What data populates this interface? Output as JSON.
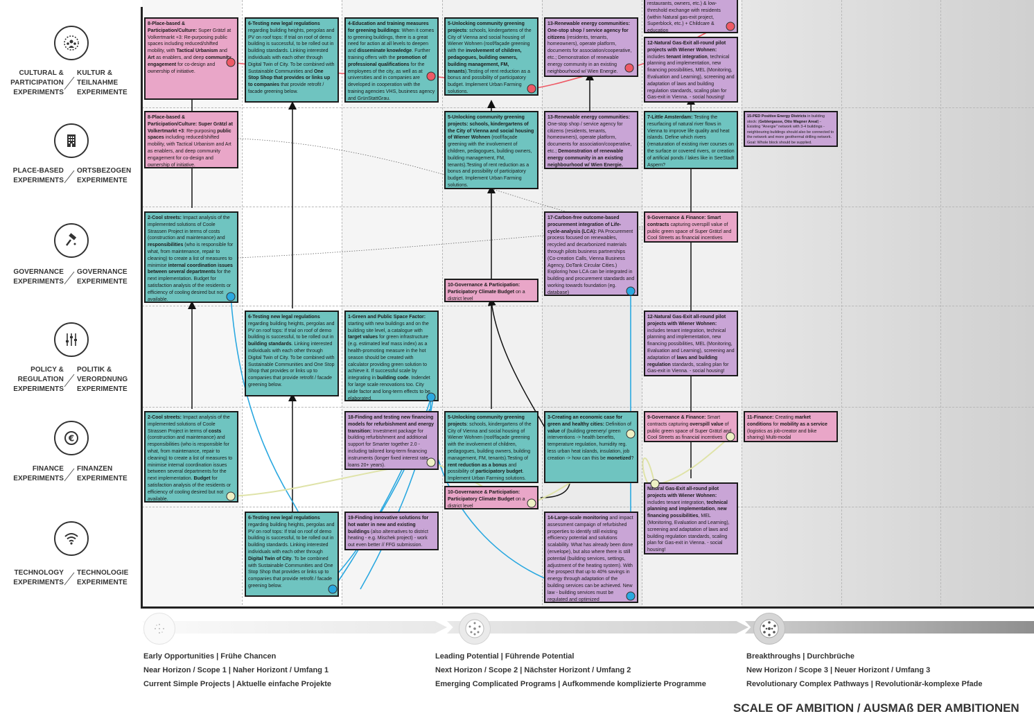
{
  "rows": [
    {
      "key": "cultural",
      "en": "CULTURAL & PARTICIPATION EXPERIMENTS",
      "de": "KULTUR & TEILNAHME EXPERIMENTE",
      "icon": "people-icon"
    },
    {
      "key": "place",
      "en": "PLACE-BASED EXPERIMENTS",
      "de": "ORTSBEZOGEN EXPERIMENTE",
      "icon": "building-icon"
    },
    {
      "key": "governance",
      "en": "GOVERNANCE EXPERIMENTS",
      "de": "GOVERNANCE EXPERIMENTE",
      "icon": "gavel-icon"
    },
    {
      "key": "policy",
      "en": "POLICY & REGULATION EXPERIMENTS",
      "de": "POLITIK & VERORDNUNG EXPERIMENTE",
      "icon": "sliders-icon"
    },
    {
      "key": "finance",
      "en": "FINANCE EXPERIMENTS",
      "de": "FINANZEN EXPERIMENTE",
      "icon": "euro-icon"
    },
    {
      "key": "technology",
      "en": "TECHNOLOGY EXPERIMENTS",
      "de": "TECHNOLOGIE EXPERIMENTE",
      "icon": "wifi-icon"
    }
  ],
  "boxes": [
    {
      "id": "b8a",
      "color": "pink",
      "html": "<b>8-Place-based &amp; Participation/Culture:</b> Super Grätzl at Volkertmarkt +3: Re-purposing public spaces including reduced/shifted mobility, with <b>Tactical Urbanism</b> and <b>Art</b> as enablers, and deep <b>community engagement</b> for co-design and ownership of initiative."
    },
    {
      "id": "b6a",
      "color": "teal",
      "html": "<b>6-Testing new legal regulations</b> regarding building heights, pergolas and PV on roof tops: If trial on roof of demo building is successful, to be rolled out in building standards. Linking interested individuals with each other through Digital Twin of City. To be combined with Sustainable Communities and <b>One Stop Shop that provides or links up to companies</b> that provide retrofit / facade greening below."
    },
    {
      "id": "b4a",
      "color": "teal",
      "html": "<b>4-Education and training measures for greening buildings</b>: When it comes to greening buildings, there is a great need for action at all levels to deepen and <b>disseminate knowledge</b>. Further training offers with the <b>promotion of professional qualifications</b> for the employees of the city, as well as at universities and in companies are developed in cooperation with the training agencies VHS, business agency and GrünStattGrau."
    },
    {
      "id": "b5a",
      "color": "teal",
      "html": "<b>5-Unlocking community greening projects</b>: schools, kindergartens of the City of Vienna and social housing of Wiener Wohnen (roof/façade greening with the <b>involvement of children, pedagogues, building owners, building management, FM, tenants</b>).Testing of rent reduction as a bonus and possibility of participatory budget. Implement Urban Farming solutions."
    },
    {
      "id": "b13a",
      "color": "purple",
      "html": "<b>13-Renewable energy communities: One-stop shop / service agency for citizens</b> (residents, tenants, homeowners), operate platform, documents for association/cooperative, etc.; Demonstration of renewable energy community in an existing neighbourhood w/ Wien Energie."
    },
    {
      "id": "btop",
      "color": "purple",
      "html": "restaurants, owners, etc.) &amp; low-threshold exchange with residents (within Natural gas-exit project, Superblock, etc.) + Childcare &amp; education"
    },
    {
      "id": "b12a",
      "color": "purple",
      "html": "<b>12-Natural Gas-Exit all-round pilot projects with Wiener Wohnen:</b> includes <b>tenant integration</b>, technical planning and implementation, new financing possibilities, MEL (Monitoring, Evaluation and Learning), screening and adaptation of laws and building regulation standards, scaling plan for Gas-exit in Vienna. - social housing!"
    },
    {
      "id": "b8b",
      "color": "pink",
      "html": "<b>8-Place-based &amp; Participation/Culture: Super Grätzl at Volkertmarkt +3</b>: Re-purposing <b>public spaces</b> including reduced/shifted mobility, with Tactical Urbanism and Art as enablers, and deep community engagement for co-design and ownership of initiative."
    },
    {
      "id": "b5b",
      "color": "teal",
      "html": "<b>5-Unlocking community greening projects: schools, kindergartens of the City of Vienna and social housing of Wiener Wohnen</b> (roof/façade greening with the involvement of children, pedagogues, building owners, building management, FM, tenants).Testing of rent reduction as a bonus and possibility of participatory budget. Implement Urban Farming solutions."
    },
    {
      "id": "b13b",
      "color": "purple",
      "html": "<b>13-Renewable energy communities:</b> One-stop shop / service agency for citizens (residents, tenants, homeowners), operate platform, documents for association/cooperative, etc.; <b>Demonstration of renewable energy community in an existing neighbourhood w/ Wien Energie.</b>"
    },
    {
      "id": "b7",
      "color": "teal",
      "html": "<b>7-Little Amsterdam:</b> Testing the resurfacing of natural river flows in Vienna to improve life quality and heat islands. Define which rivers (renaturation of existing river courses on the surface or covered rivers, or creation of artificial ponds / lakes like in SeeStadt Aspern?"
    },
    {
      "id": "b15",
      "color": "purple",
      "html": "<b>15-PED Positive Energy Districts</b> in building stock: (<b>Geblergasse, Otto Wagner Areal</b>) - Existing \"Anergie\" network with 3-4 buildings - neighbouring buildings should also be connected to the network and more geothermal drilling network. Goal: Whole block should be supplied."
    },
    {
      "id": "b2a",
      "color": "teal",
      "html": "<b>2-Cool streets:</b> Impact analysis of the implemented solutions of Coole Strassen Project in terms of costs (construction and maintenance) and <b>responsibilities</b> (who is responsible for what, from maintenance, repair to cleaning) to create a list of measures to minimise <b>internal coordination issues between several departments</b> for the next implementation. Budget for satisfaction analysis of the residents or efficiency of cooling desired but not available."
    },
    {
      "id": "b17",
      "color": "purple",
      "html": "<b>17-Carbon-free outcome-based procurement integration of Life-cycle-analysis (LCA):</b> PA Procurement process focused on renewables, recycled and decarbonized materials through pilots business partnerships (Co-creation Calls, Vienna Business Agency, DoTank Circular Cities.) Exploring how LCA can be integrated in building and procurement standards and working towards foundation (eg. database)"
    },
    {
      "id": "b9a",
      "color": "pink",
      "html": "<b>9-Governance &amp; Finance: Smart contracts</b> capturing overspill value of public green space of Super Grätzl and Cool Streets as financial incentives"
    },
    {
      "id": "b10a",
      "color": "pink",
      "html": "<b>10-Governance &amp; Participation: Participatory Climate Budget</b> on a district level"
    },
    {
      "id": "b6b",
      "color": "teal",
      "html": "<b>6-Testing new legal regulations</b> regarding building heights, pergolas and PV on roof tops: If trial on roof of demo building is successful, to be rolled out in <b>building standards</b>. Linking interested individuals with each other through Digital Twin of City. To be combined with Sustainable Communities and One Stop Shop that provides or links up to companies that provide retrofit / facade greening below."
    },
    {
      "id": "b1",
      "color": "teal",
      "html": "<b>1-Green and Public Space Factor:</b> starting with new buildings and on the building site level, a catalogue with <b>target values</b> for green infrastructure (e.g. estimated leaf mass index) as a health-promoting measure in the hot season should be created with calculator providing green solution to achieve it. If successful scale by integrating in <b>building code</b>. Indendet for large scale renovations too. City wide factor and long-term effects to be elaborated."
    },
    {
      "id": "b12b",
      "color": "purple",
      "html": "<b>12-Natural Gas-Exit all-round pilot projects with Wiener Wohnen:</b> includes tenant integration, technical planning and implementation, new financing possibilities, MEL (Monitoring, Evaluation and Learning), screening and adaptation of <b>laws and building regulation</b> standards, scaling plan for Gas-exit in Vienna. - social housing!"
    },
    {
      "id": "b2b",
      "color": "teal",
      "html": "<b>2-Cool streets:</b> Impact analysis of the implemented solutions of Coole Strassen Project in terms of <b>costs</b> (construction and maintenance) and responsibilities (who is responsible for what, from maintenance, repair to cleaning) to create a list of measures to minimise internal coordination issues between several departments for the next implementation. <b>Budget</b> for satisfaction analysis of the residents or efficiency of cooling desired but not available."
    },
    {
      "id": "b18",
      "color": "purple",
      "html": "<b>18-Finding and testing new financing models for refurbishment and energy transition:</b> Investment package for building refurbishment and additional support for Smarter together 2.0 - including tailored long-term financing instruments (longer fixed interest rate loans 20+ years)."
    },
    {
      "id": "b5c",
      "color": "teal",
      "html": "<b>5-Unlocking community greening projects</b>: schools, kindergartens of the City of Vienna and social housing of Wiener Wohnen (roof/façade greening with the involvement of children, pedagogues, building owners, building management, FM, tenants).Testing of <b>rent reduction as a bonus</b> and possibility of <b>participatory budget</b>. Implement Urban Farming solutions."
    },
    {
      "id": "b3",
      "color": "teal",
      "html": "<b>3-Creating an economic case for green and healthy cities:</b> Definition of <b>value</b> of (building greenery/ green interventions -&gt; health benefits, temperature regulation, humidity reg. less urban heat islands, insulation, job creation -&gt; how can this be <b>monetized</b>?"
    },
    {
      "id": "b9b",
      "color": "pink",
      "html": "<b>9-Governance &amp; Finance:</b> Smart contracts capturing <b>overspill value</b> of public green space of Super Grätzl and Cool Streets as financial incentives"
    },
    {
      "id": "b11",
      "color": "pink",
      "html": "<b>11-Finance:</b> Creating <b>market conditions</b> for <b>mobility as a service</b> (logistics as job-creator and bike sharing) Multi-modal"
    },
    {
      "id": "b10b",
      "color": "pink",
      "html": "<b>10-Governance &amp; Participation: Participatory Climate Budget</b> on a district level"
    },
    {
      "id": "b12c",
      "color": "purple",
      "html": "<b>Natural Gas-Exit all-round pilot projects with Wiener Wohnen:</b> includes tenant integration, <b>technical planning and implementation</b>, <b>new financing possibilities</b>, MEL (Monitoring, Evaluation and Learning), screening and adaptation of laws and building regulation standards, scaling plan for Gas-exit in Vienna. - social housing!"
    },
    {
      "id": "b6c",
      "color": "teal",
      "html": "<b>6-Testing new legal regulations</b> regarding building heights, pergolas and PV on roof tops: If trial on roof of demo building is successful, to be rolled out in building standards. Linking interested individuals with each other through <b>Digital Twin of City</b>. To be combined with Sustainable Communities and One Stop Shop that provides or links up to companies that provide retrofit / facade greening below."
    },
    {
      "id": "b19",
      "color": "purple",
      "html": "<b>19-Finding innovative solutions for hot water in new and existing buildings</b> (also alternatives to district heating - e.g. Mischek project) - work out even better // FFG submission."
    },
    {
      "id": "b14",
      "color": "purple",
      "html": "<b>14-Large-scale monitoring</b> and impact assessment campaign of refurbished properties to identify still existing efficiency potential and solutions scalability. What has already been done (envelope), but also where there is still potential (building services, settings, adjustment of the heating system). With the prospect that up to 40% savings in energy through adaptation of the building services can be achieved. New law - building services must be regulated and optimized"
    }
  ],
  "phases": [
    {
      "l1": "Early Opportunities | Frühe Chancen",
      "l2": "Near Horizon / Scope 1 | Naher Horizont / Umfang 1",
      "l3": "Current Simple Projects | Aktuelle einfache Projekte"
    },
    {
      "l1": "Leading Potential | Führende Potential",
      "l2": "Next Horizon / Scope 2 | Nächster Horizont / Umfang 2",
      "l3": "Emerging Complicated Programs | Aufkommende komplizierte Programme"
    },
    {
      "l1": "Breakthroughs | Durchbrüche",
      "l2": "New Horizon / Scope 3 | Neuer Horizont / Umfang 3",
      "l3": "Revolutionary Complex Pathways | Revolutionär-komplexe Pfade"
    }
  ],
  "scale_title": "SCALE OF AMBITION / AUSMAß DER AMBITIONEN",
  "colors": {
    "pink": "#e9a6c8",
    "teal": "#6fc4c0",
    "purple": "#c9a5d6",
    "red": "#ee5a66",
    "blue": "#2aa8e0",
    "yellow": "#e8ebb8"
  }
}
